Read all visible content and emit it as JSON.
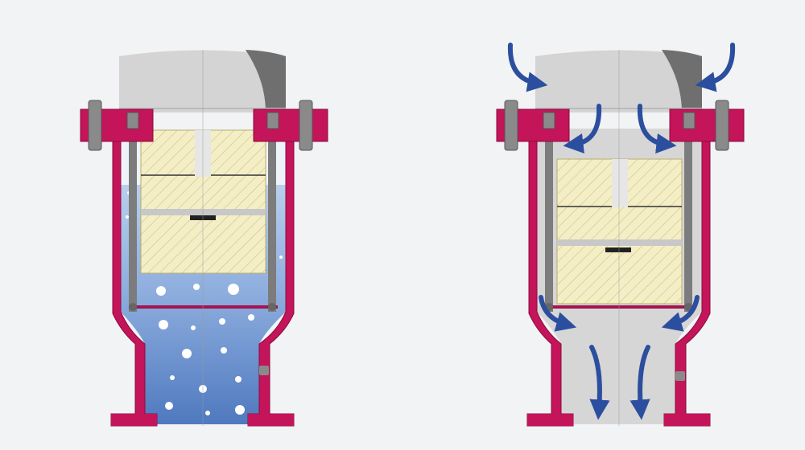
{
  "diagram": {
    "panels": [
      {
        "id": "closed",
        "state": "valve closed, liquid raises float"
      },
      {
        "id": "open",
        "state": "valve open, air flows through"
      }
    ],
    "colors": {
      "background": "#f1f3f5",
      "body": "#c4145a",
      "body_outline": "#8c0c3e",
      "cap": "#d4d4d4",
      "cap_shade": "#6f6f6f",
      "float": "#f4eec7",
      "float_hatch": "#cfc37a",
      "rod": "#7c7c7c",
      "flange_bolt": "#8a8a8a",
      "water_top": "#cfe0f4",
      "water_bottom": "#4f79bf",
      "bubble": "#ffffff",
      "air_interior": "#d6d6d6",
      "arrow": "#2c4e9e",
      "seat": "#222222"
    },
    "icons": [
      "flow-arrow-icon",
      "bubble-icon",
      "bolt-icon"
    ]
  }
}
